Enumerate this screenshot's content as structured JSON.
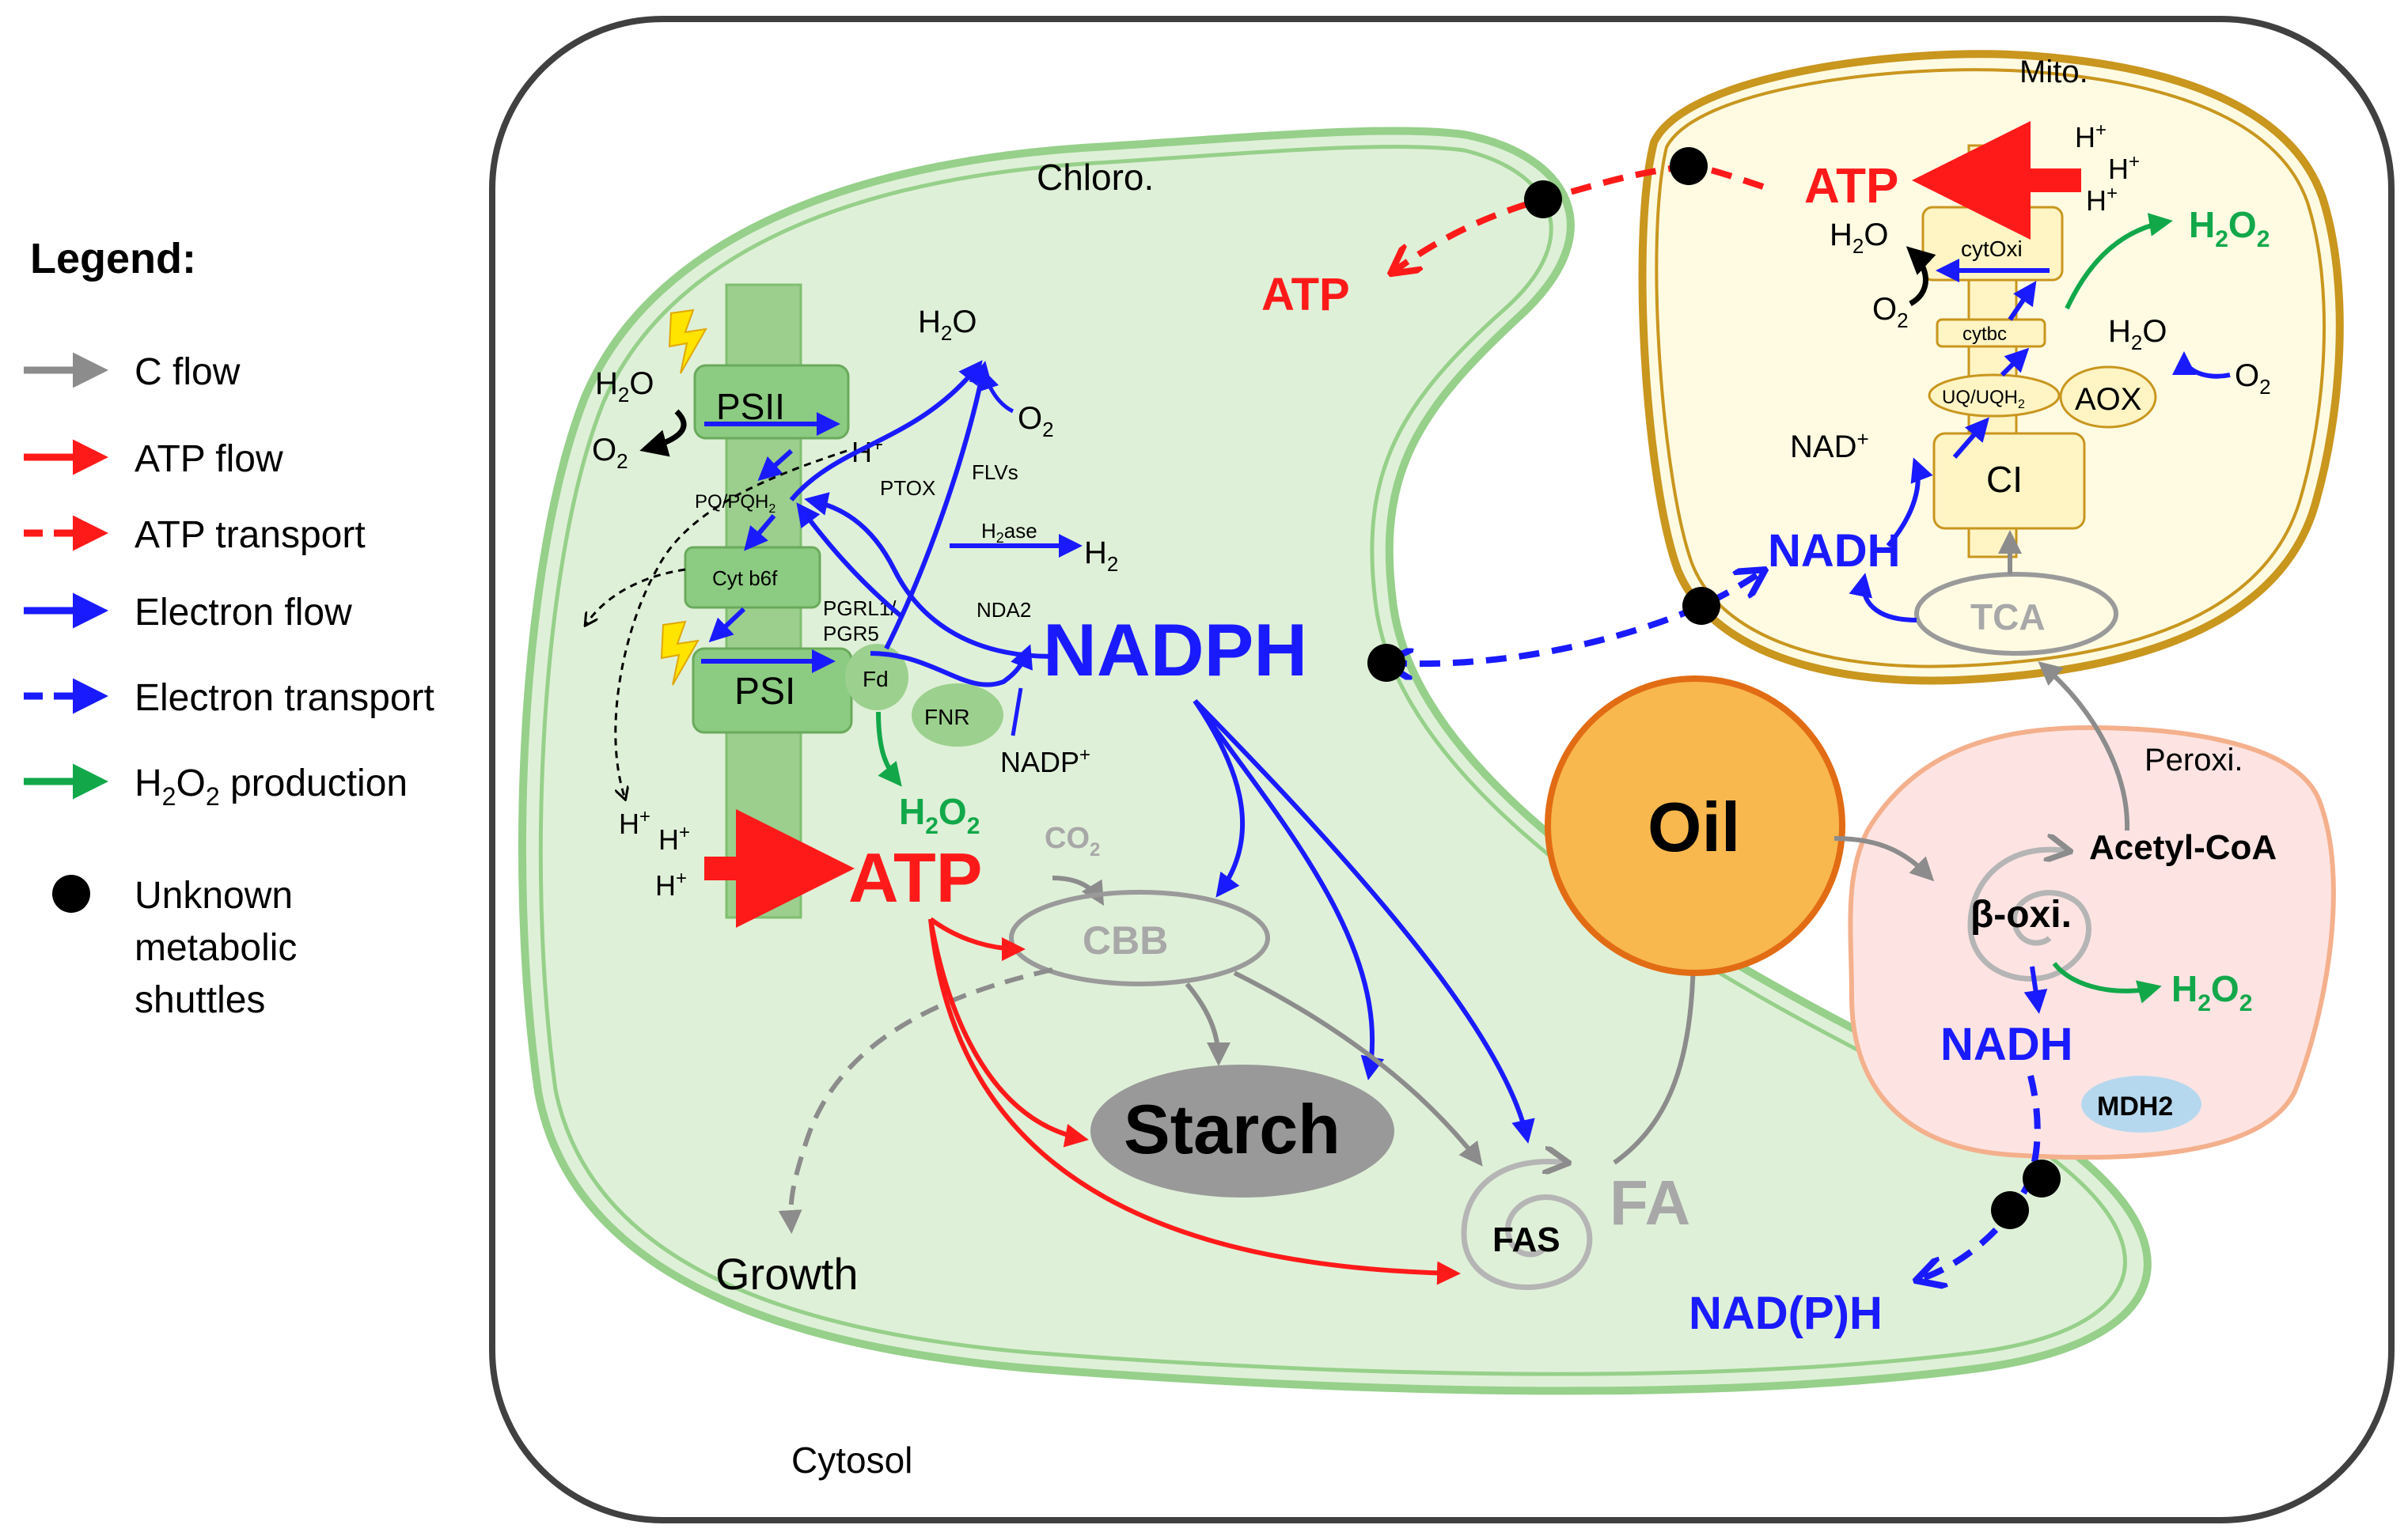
{
  "colors": {
    "c_flow": "#8c8c8c",
    "atp_flow": "#ff1a1a",
    "electron_flow": "#1a1aff",
    "h2o2": "#12a84a",
    "chloro_fill": "#dff0d8",
    "chloro_stroke": "#96d08a",
    "mito_fill": "#fffbe3",
    "mito_stroke": "#c9961e",
    "peroxi_fill": "#fde4e3",
    "peroxi_stroke": "#f4b08c",
    "oil_fill": "#f8b84e",
    "oil_stroke": "#e26c14"
  },
  "legend": {
    "title": "Legend:",
    "items": [
      {
        "label": "C flow",
        "style": "gray-solid"
      },
      {
        "label": "ATP flow",
        "style": "red-solid"
      },
      {
        "label": "ATP transport",
        "style": "red-dashed"
      },
      {
        "label": "Electron flow",
        "style": "blue-solid"
      },
      {
        "label": "Electron transport",
        "style": "blue-dashed"
      },
      {
        "label_main": "H",
        "label_sub": "2",
        "label_main2": "O",
        "label_sub2": "2",
        "label_rest": " production",
        "style": "green-solid"
      }
    ],
    "shuttle": {
      "line1": "Unknown",
      "line2": "metabolic",
      "line3": "shuttles"
    }
  },
  "compartments": {
    "cytosol": "Cytosol",
    "chloro": "Chloro.",
    "mito": "Mito.",
    "peroxi": "Peroxi."
  },
  "chloroplast": {
    "psii": "PSII",
    "psi": "PSI",
    "pq": "PQ/PQH",
    "pq_sub": "2",
    "cytb6f": "Cyt b6f",
    "fd": "Fd",
    "fnr": "FNR",
    "pgrl1": "PGRL1/",
    "pgr5": "PGR5",
    "ptox": "PTOX",
    "flvs": "FLVs",
    "h2ase": "H",
    "h2ase_sub": "2",
    "h2ase_rest": "ase",
    "nda2": "NDA2",
    "h2": "H",
    "h2_sub": "2",
    "nadph": "NADPH",
    "nadp": "NADP",
    "nadp_sup": "+",
    "h2o_psii": "H",
    "o2_psii": "O",
    "h2o_top": "H",
    "o2_top": "O",
    "hplus": "H",
    "hplus_sup": "+",
    "h2o2": "H",
    "h2o2_sub": "2",
    "h2o2_o": "O",
    "atp_main": "ATP",
    "atp_transport": "ATP",
    "co2": "CO",
    "co2_sub": "2",
    "cbb": "CBB",
    "starch": "Starch",
    "fas": "FAS",
    "fa": "FA",
    "growth": "Growth",
    "nadph_cyto": "NAD(P)H"
  },
  "mitochondrion": {
    "atp": "ATP",
    "hplus": "H",
    "hplus_sup": "+",
    "h2o": "H",
    "h2o_o": "O",
    "o2": "O",
    "two": "2",
    "cytoxi": "cytOxi",
    "cytbc": "cytbc",
    "uq": "UQ/UQH",
    "uq_sub": "2",
    "aox": "AOX",
    "ci": "CI",
    "nad": "NAD",
    "nad_sup": "+",
    "nadh": "NADH",
    "tca": "TCA",
    "h2o2": "H",
    "h2o2_o": "O"
  },
  "peroxisome": {
    "acetyl": "Acetyl-CoA",
    "beta": "β-oxi.",
    "h2o2": "H",
    "h2o2_o": "O",
    "two": "2",
    "nadh": "NADH",
    "mdh2": "MDH2"
  },
  "oil": "Oil"
}
